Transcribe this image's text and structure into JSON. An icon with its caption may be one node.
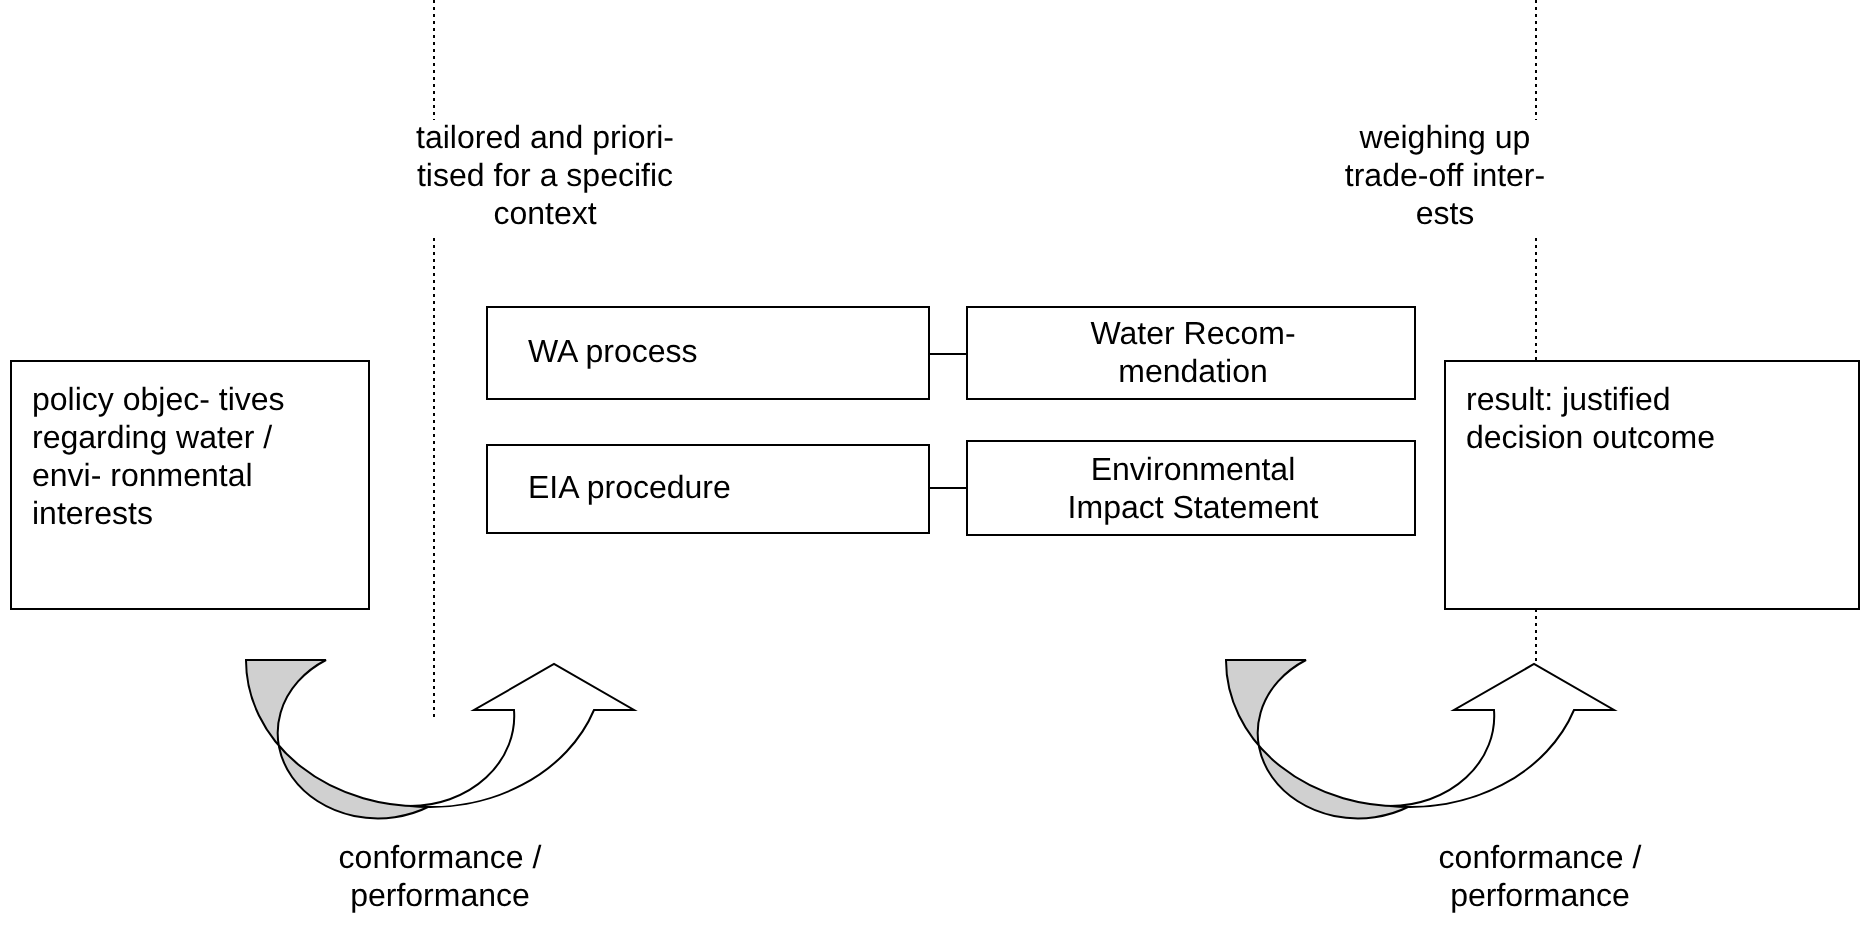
{
  "diagram": {
    "nodes": [
      {
        "text": [
          "policy objec- tives regarding water / envi- ronmental interests"
        ]
      },
      {
        "text": [
          "WA process"
        ]
      },
      {
        "text": [
          "Water Recom- mendation"
        ]
      },
      {
        "text": [
          "EIA procedure"
        ]
      },
      {
        "text": [
          "Environmental Impact Statement"
        ]
      },
      {
        "text": [
          "result: justified decision outcome"
        ]
      }
    ],
    "edges": [
      {
        "from": 1,
        "to": 2,
        "arrow": "none"
      },
      {
        "from": 3,
        "to": 4,
        "arrow": "none"
      }
    ],
    "labels": [
      "tailored and priori- tised for a specific context",
      "weighing up trade-off inter- ests",
      "conformance / performance",
      "conformance / performance"
    ]
  }
}
